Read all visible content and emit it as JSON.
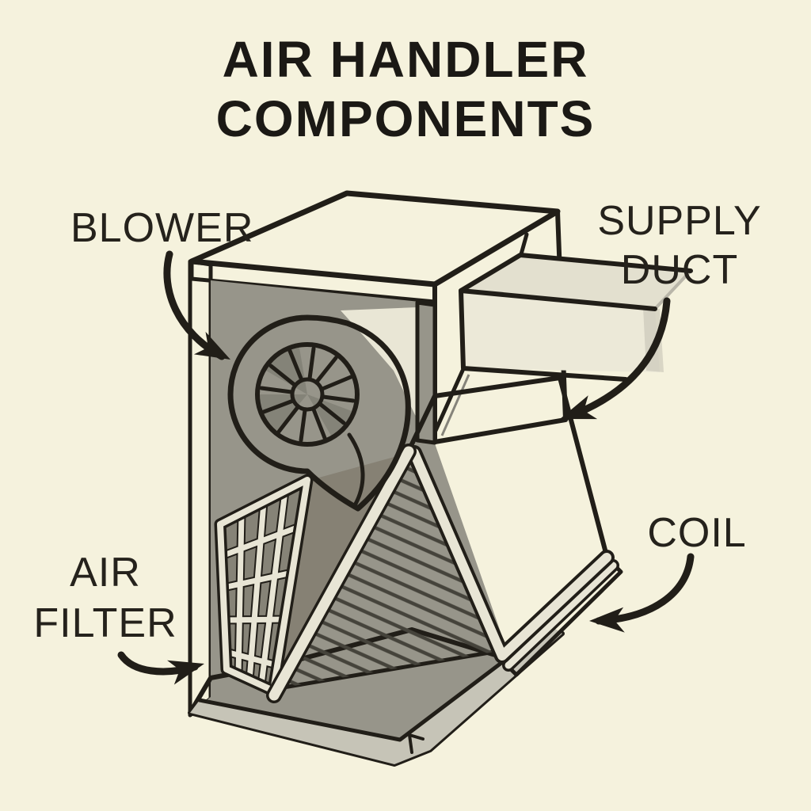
{
  "title": {
    "line1": "AIR HANDLER",
    "line2": "COMPONENTS"
  },
  "labels": {
    "blower": "BLOWER",
    "supply_line1": "SUPPLY",
    "supply_line2": "DUCT",
    "filter_line1": "AIR",
    "filter_line2": "FILTER",
    "coil": "COIL"
  },
  "colors": {
    "paper": "#f5f2dd",
    "ink": "#211e18",
    "title_ink": "#1b1915",
    "metal_light": "#c7c5b8",
    "metal_mid": "#b2b0a4",
    "metal_dark": "#97958a",
    "cream_highlight": "#ebe8d7"
  },
  "diagram": {
    "subject": "Air handler cutaway illustration",
    "components": [
      "BLOWER",
      "SUPPLY DUCT",
      "AIR FILTER",
      "COIL"
    ]
  }
}
